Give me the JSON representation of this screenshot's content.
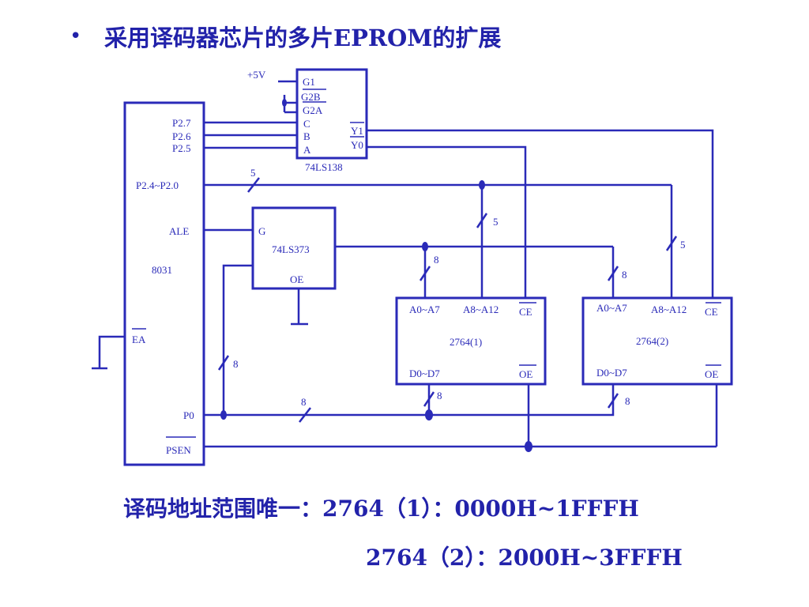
{
  "slide": {
    "bullet": "•",
    "title": "采用译码器芯片的多片EPROM的扩展"
  },
  "diagram": {
    "cpu": {
      "name": "8031",
      "pins": {
        "p27": "P2.7",
        "p26": "P2.6",
        "p25": "P2.5",
        "p24_20": "P2.4~P2.0",
        "ale": "ALE",
        "ea": "EA",
        "p0": "P0",
        "psen": "PSEN"
      }
    },
    "decoder": {
      "name": "74LS138",
      "supply": "+5V",
      "pins": {
        "g1": "G1",
        "g2b": "G2B",
        "g2a": "G2A",
        "c": "C",
        "b": "B",
        "a": "A",
        "y1": "Y1",
        "y0": "Y0"
      }
    },
    "latch": {
      "name": "74LS373",
      "g": "G",
      "oe": "OE"
    },
    "eprom1": {
      "name": "2764(1)",
      "addr_low": "A0~A7",
      "addr_high": "A8~A12",
      "ce": "CE",
      "data": "D0~D7",
      "oe": "OE"
    },
    "eprom2": {
      "name": "2764(2)",
      "addr_low": "A0~A7",
      "addr_high": "A8~A12",
      "ce": "CE",
      "data": "D0~D7",
      "oe": "OE"
    },
    "bus_widths": {
      "w5a": "5",
      "w5b": "5",
      "w5c": "5",
      "w8a": "8",
      "w8b": "8",
      "w8c": "8",
      "w8d": "8",
      "w8e": "8",
      "w8f": "8"
    }
  },
  "result": {
    "line1": "译码地址范围唯一：2764（1）：0000H~1FFFH",
    "line2": "2764（2）：2000H~3FFFH"
  },
  "colors": {
    "ink": "#2a2ab8",
    "title": "#2222aa"
  }
}
